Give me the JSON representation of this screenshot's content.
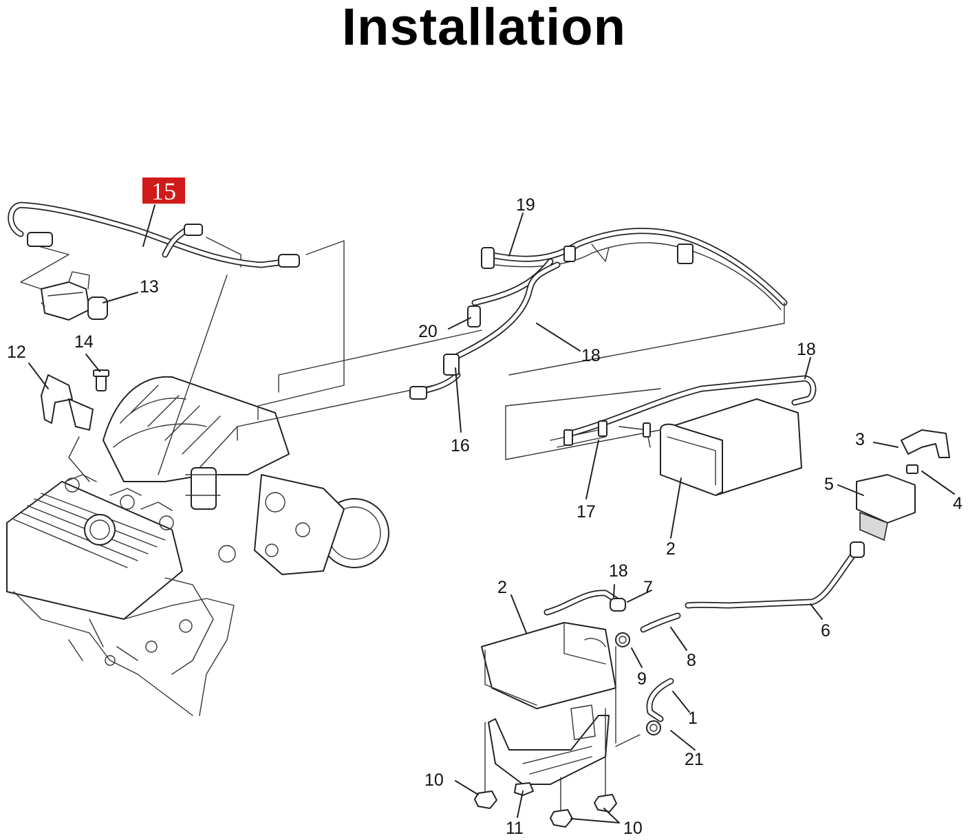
{
  "title": "Installation",
  "highlight_color": "#d11a1a",
  "callouts": {
    "c15": "15",
    "c13": "13",
    "c14": "14",
    "c12": "12",
    "c19": "19",
    "c20": "20",
    "c18a": "18",
    "c18b": "18",
    "c18c": "18",
    "c16": "16",
    "c17": "17",
    "c2a": "2",
    "c2b": "2",
    "c3": "3",
    "c4": "4",
    "c5": "5",
    "c6": "6",
    "c7": "7",
    "c8": "8",
    "c9": "9",
    "c1": "1",
    "c21": "21",
    "c10a": "10",
    "c10b": "10",
    "c11": "11"
  }
}
